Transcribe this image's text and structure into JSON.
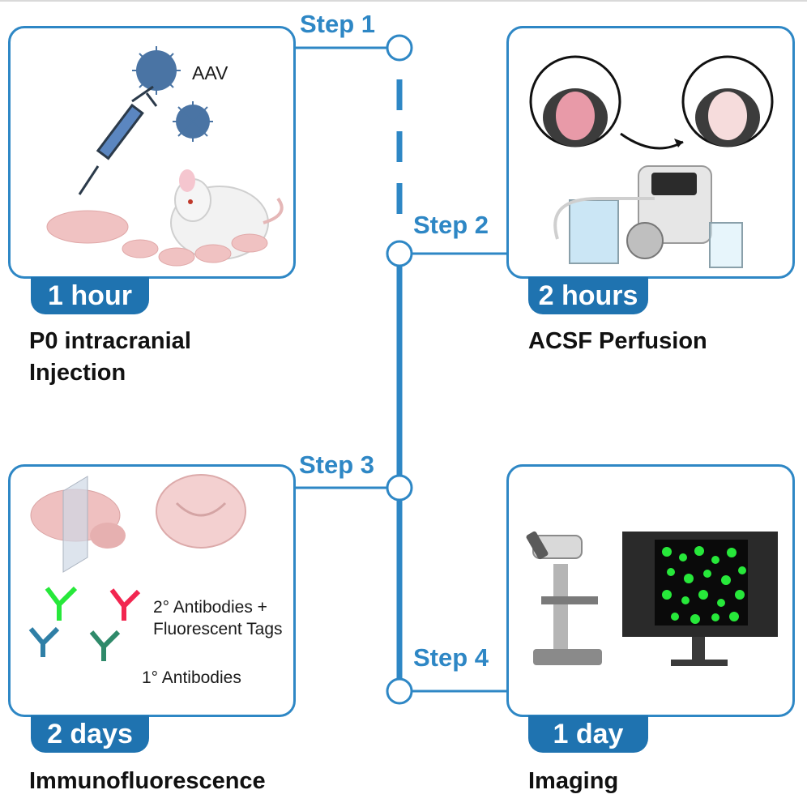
{
  "timeline": {
    "steps": [
      "Step 1",
      "Step 2",
      "Step 3",
      "Step 4"
    ]
  },
  "panels": {
    "p1": {
      "duration": "1 hour",
      "caption_line1": "P0 intracranial",
      "caption_line2": "Injection",
      "aav_label": "AAV"
    },
    "p2": {
      "duration": "2 hours",
      "caption": "ACSF Perfusion"
    },
    "p3": {
      "duration": "2 days",
      "caption": "Immunofluorescence",
      "secondary_line1": "2° Antibodies +",
      "secondary_line2": "Fluorescent Tags",
      "primary": "1° Antibodies"
    },
    "p4": {
      "duration": "1 day",
      "caption": "Imaging"
    }
  },
  "colors": {
    "accent": "#2e87c5",
    "badge": "#1f73b0",
    "virus": "#4a74a4",
    "tissue_pink": "#f0c2c2",
    "green_label": "#27e83a",
    "red_label": "#f22650"
  }
}
